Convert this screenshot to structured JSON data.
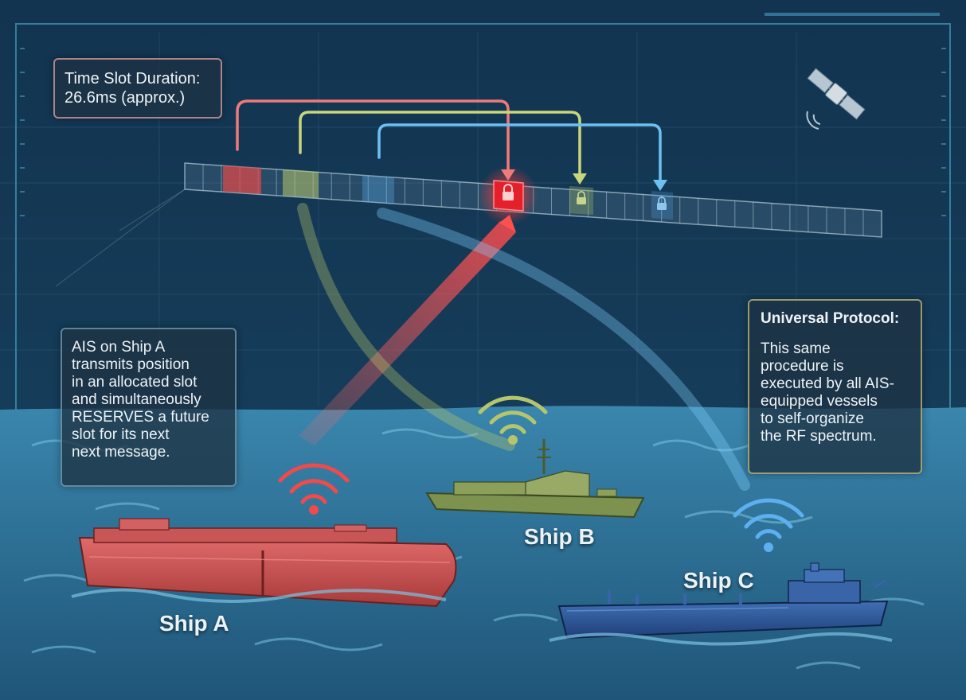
{
  "colors": {
    "ship_a": "#e05a5a",
    "ship_b": "#9fb56a",
    "ship_c": "#5aa8e6",
    "background": "#0f2c44",
    "sea": "#2b6f96"
  },
  "callouts": {
    "time_slot": {
      "lines": [
        "Time Slot Duration:",
        "26.6ms (approx.)"
      ]
    },
    "ship_a_note": {
      "lines": [
        "AIS on Ship A",
        "transmits position",
        "in an allocated slot",
        "and simultaneously",
        "RESERVES a future",
        "slot for its next",
        "next message."
      ]
    },
    "universal": {
      "title": "Universal Protocol:",
      "lines": [
        "This same",
        "procedure is",
        "executed by all AIS-",
        "equipped vessels",
        "to self-organize",
        "the RF spectrum."
      ]
    }
  },
  "ships": {
    "a": {
      "label": "Ship A"
    },
    "b": {
      "label": "Ship B"
    },
    "c": {
      "label": "Ship C"
    }
  },
  "icons": [
    "satellite-icon",
    "wifi-signal-icon",
    "padlock-icon",
    "arrow-down-icon"
  ]
}
